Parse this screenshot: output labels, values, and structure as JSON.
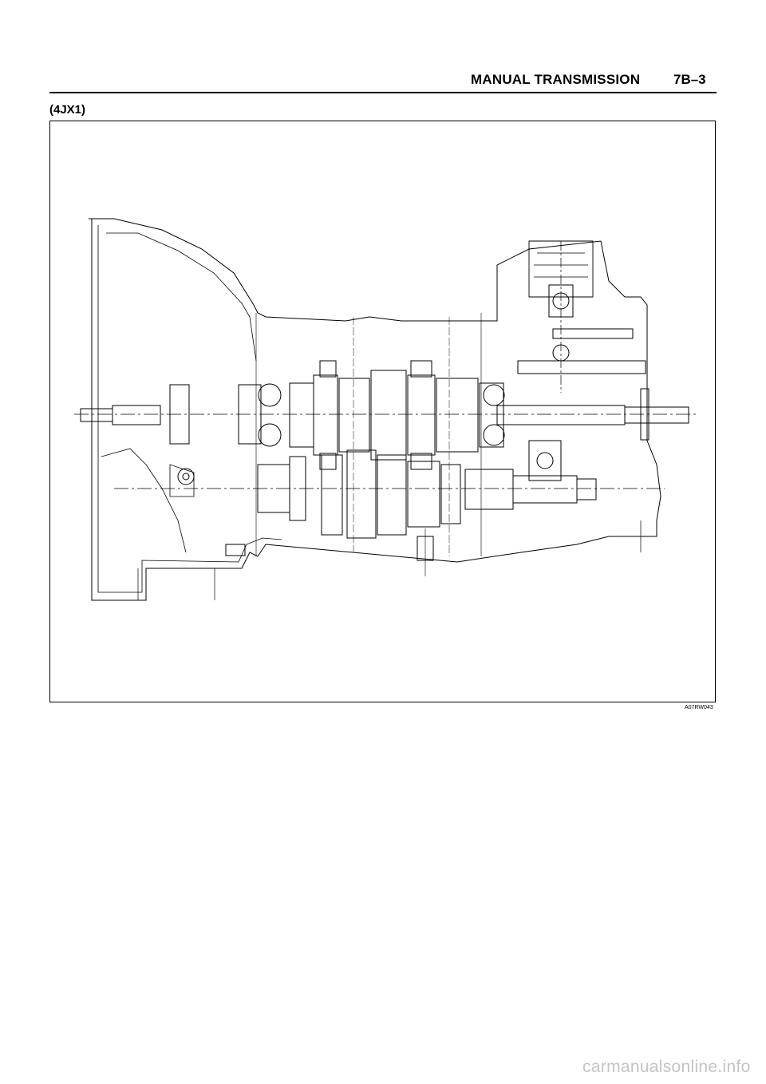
{
  "header": {
    "title": "MANUAL TRANSMISSION",
    "page_number": "7B–3"
  },
  "section": {
    "label": "(4JX1)"
  },
  "figure": {
    "code": "A07RW043",
    "icon": "transmission-cross-section-drawing"
  },
  "footer": {
    "watermark": "carmanualsonline.info"
  }
}
